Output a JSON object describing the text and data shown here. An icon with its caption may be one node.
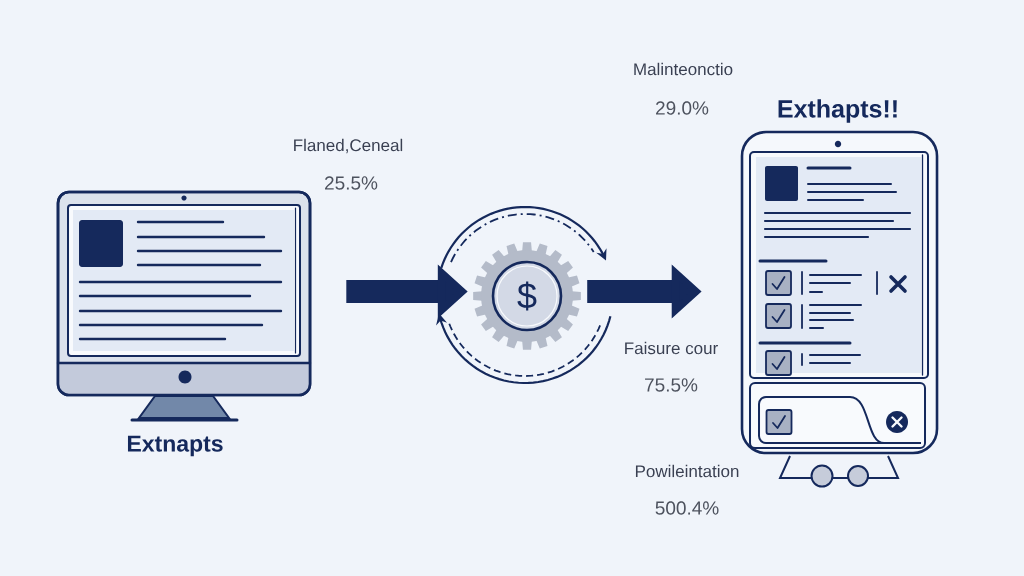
{
  "diagram": {
    "nodes": [
      {
        "text": [
          "Extnapts"
        ]
      },
      {
        "text": [
          "$"
        ]
      },
      {
        "text": [
          "Exthapts!!"
        ]
      }
    ],
    "edges": [
      {
        "from": 0,
        "to": 1,
        "arrow": "to"
      },
      {
        "from": 1,
        "to": 2,
        "arrow": "to"
      }
    ],
    "labels": [
      "Malinteonctio",
      "29.0%",
      "Flaned,Ceneal",
      "25.5%",
      "Faisure cour",
      "75.5%",
      "Powileintation",
      "500.4%"
    ]
  }
}
